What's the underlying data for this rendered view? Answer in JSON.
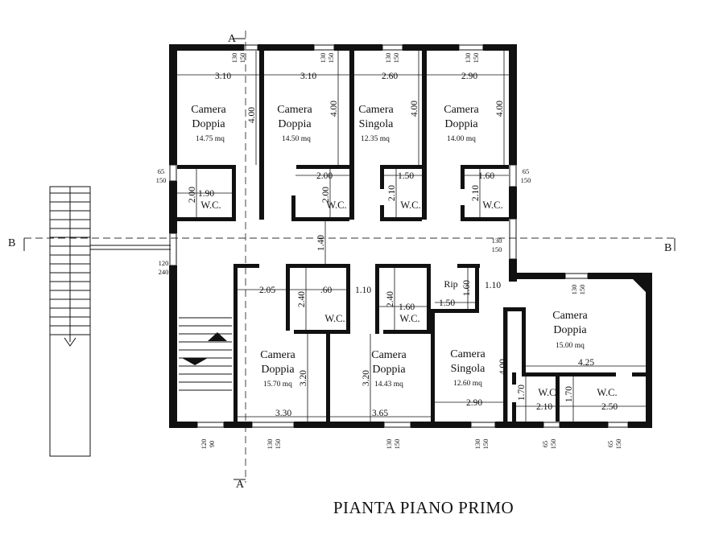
{
  "plan_title": "PIANTA PIANO PRIMO",
  "section_markers": {
    "a": "A",
    "b": "B"
  },
  "rooms": [
    {
      "key": "r1",
      "name1": "Camera",
      "name2": "Doppia",
      "area": "14.75 mq"
    },
    {
      "key": "r2",
      "name1": "Camera",
      "name2": "Doppia",
      "area": "14.50 mq"
    },
    {
      "key": "r3",
      "name1": "Camera",
      "name2": "Singola",
      "area": "12.35 mq"
    },
    {
      "key": "r4",
      "name1": "Camera",
      "name2": "Doppia",
      "area": "14.00 mq"
    },
    {
      "key": "r5",
      "name1": "Camera",
      "name2": "Doppia",
      "area": "15.70 mq"
    },
    {
      "key": "r6",
      "name1": "Camera",
      "name2": "Doppia",
      "area": "14.43 mq"
    },
    {
      "key": "r7",
      "name1": "Camera",
      "name2": "Singola",
      "area": "12.60 mq"
    },
    {
      "key": "r8",
      "name1": "Camera",
      "name2": "Doppia",
      "area": "15.00 mq"
    }
  ],
  "wc_label": "W.C.",
  "rip_label": "Rip",
  "dimensions": {
    "d310a": "3.10",
    "d310b": "3.10",
    "d260": "2.60",
    "d290a": "2.90",
    "d400a": "4.00",
    "d400b": "4.00",
    "d400c": "4.00",
    "d400d": "4.00",
    "d190": "1.90",
    "d200a": "2.00",
    "d200b": "2.00",
    "d200c": "2.00",
    "d150a": "1.50",
    "d210a": "2.10",
    "d160a": "1.60",
    "d210b": "2.10",
    "d140": "1.40",
    "d205": "2.05",
    "d60": ".60",
    "d240a": "2.40",
    "d110a": "1.10",
    "d240b": "2.40",
    "d160b": "1.60",
    "d160c": "1.60",
    "d150b": "1.50",
    "d110b": "1.10",
    "d425": "4.25",
    "d400e": "4.00",
    "d320a": "3.20",
    "d320b": "3.20",
    "d330": "3.30",
    "d365": "3.65",
    "d290b": "2.90",
    "d170a": "1.70",
    "d210c": "2.10",
    "d170b": "1.70",
    "d250": "2.50"
  },
  "windows": {
    "w1a": "130",
    "w1b": "150",
    "w2a": "130",
    "w2b": "150",
    "w3a": "130",
    "w3b": "150",
    "w4a": "130",
    "w4b": "150",
    "w5a": "65",
    "w5b": "150",
    "w6a": "65",
    "w6b": "150",
    "w7a": "120",
    "w7b": "240",
    "w8a": "130",
    "w8b": "150",
    "w9a": "130",
    "w9b": "150",
    "w10a": "120",
    "w10b": "90",
    "w11a": "130",
    "w11b": "150",
    "w12a": "130",
    "w12b": "150",
    "w13a": "130",
    "w13b": "150",
    "w14a": "65",
    "w14b": "150",
    "w15a": "65",
    "w15b": "150"
  }
}
